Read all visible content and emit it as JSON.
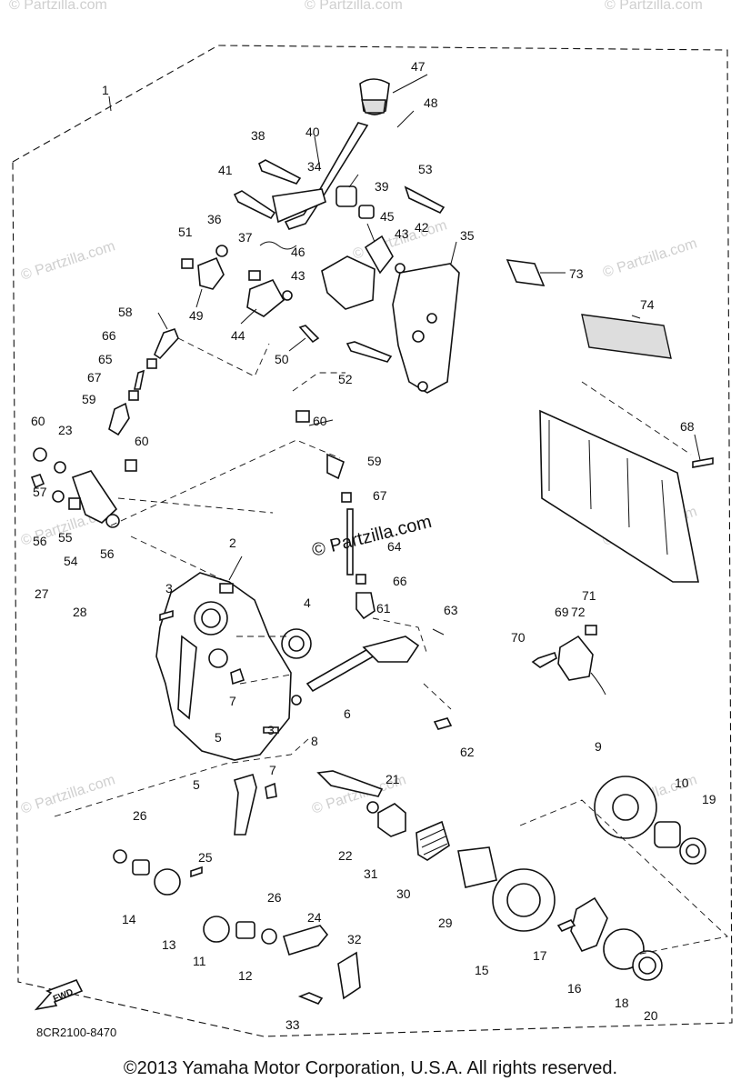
{
  "diagram": {
    "code": "8CR2100-8470",
    "copyright": "©2013 Yamaha Motor Corporation, U.S.A. All rights reserved.",
    "watermark_center": "© Partzilla.com",
    "watermark_faint": "© Partzilla.com",
    "direction_label": "FWD",
    "callouts": [
      "1",
      "2",
      "3",
      "3",
      "4",
      "5",
      "5",
      "6",
      "7",
      "7",
      "8",
      "9",
      "10",
      "11",
      "12",
      "13",
      "14",
      "15",
      "16",
      "17",
      "18",
      "19",
      "20",
      "21",
      "22",
      "23",
      "24",
      "25",
      "26",
      "26",
      "27",
      "28",
      "29",
      "30",
      "31",
      "32",
      "33",
      "34",
      "35",
      "36",
      "37",
      "38",
      "39",
      "40",
      "41",
      "42",
      "43",
      "43",
      "44",
      "45",
      "46",
      "47",
      "48",
      "49",
      "50",
      "51",
      "52",
      "53",
      "54",
      "55",
      "56",
      "56",
      "57",
      "58",
      "59",
      "59",
      "60",
      "60",
      "60",
      "61",
      "62",
      "63",
      "64",
      "65",
      "66",
      "66",
      "67",
      "67",
      "68",
      "69",
      "70",
      "71",
      "72",
      "73",
      "74"
    ]
  }
}
